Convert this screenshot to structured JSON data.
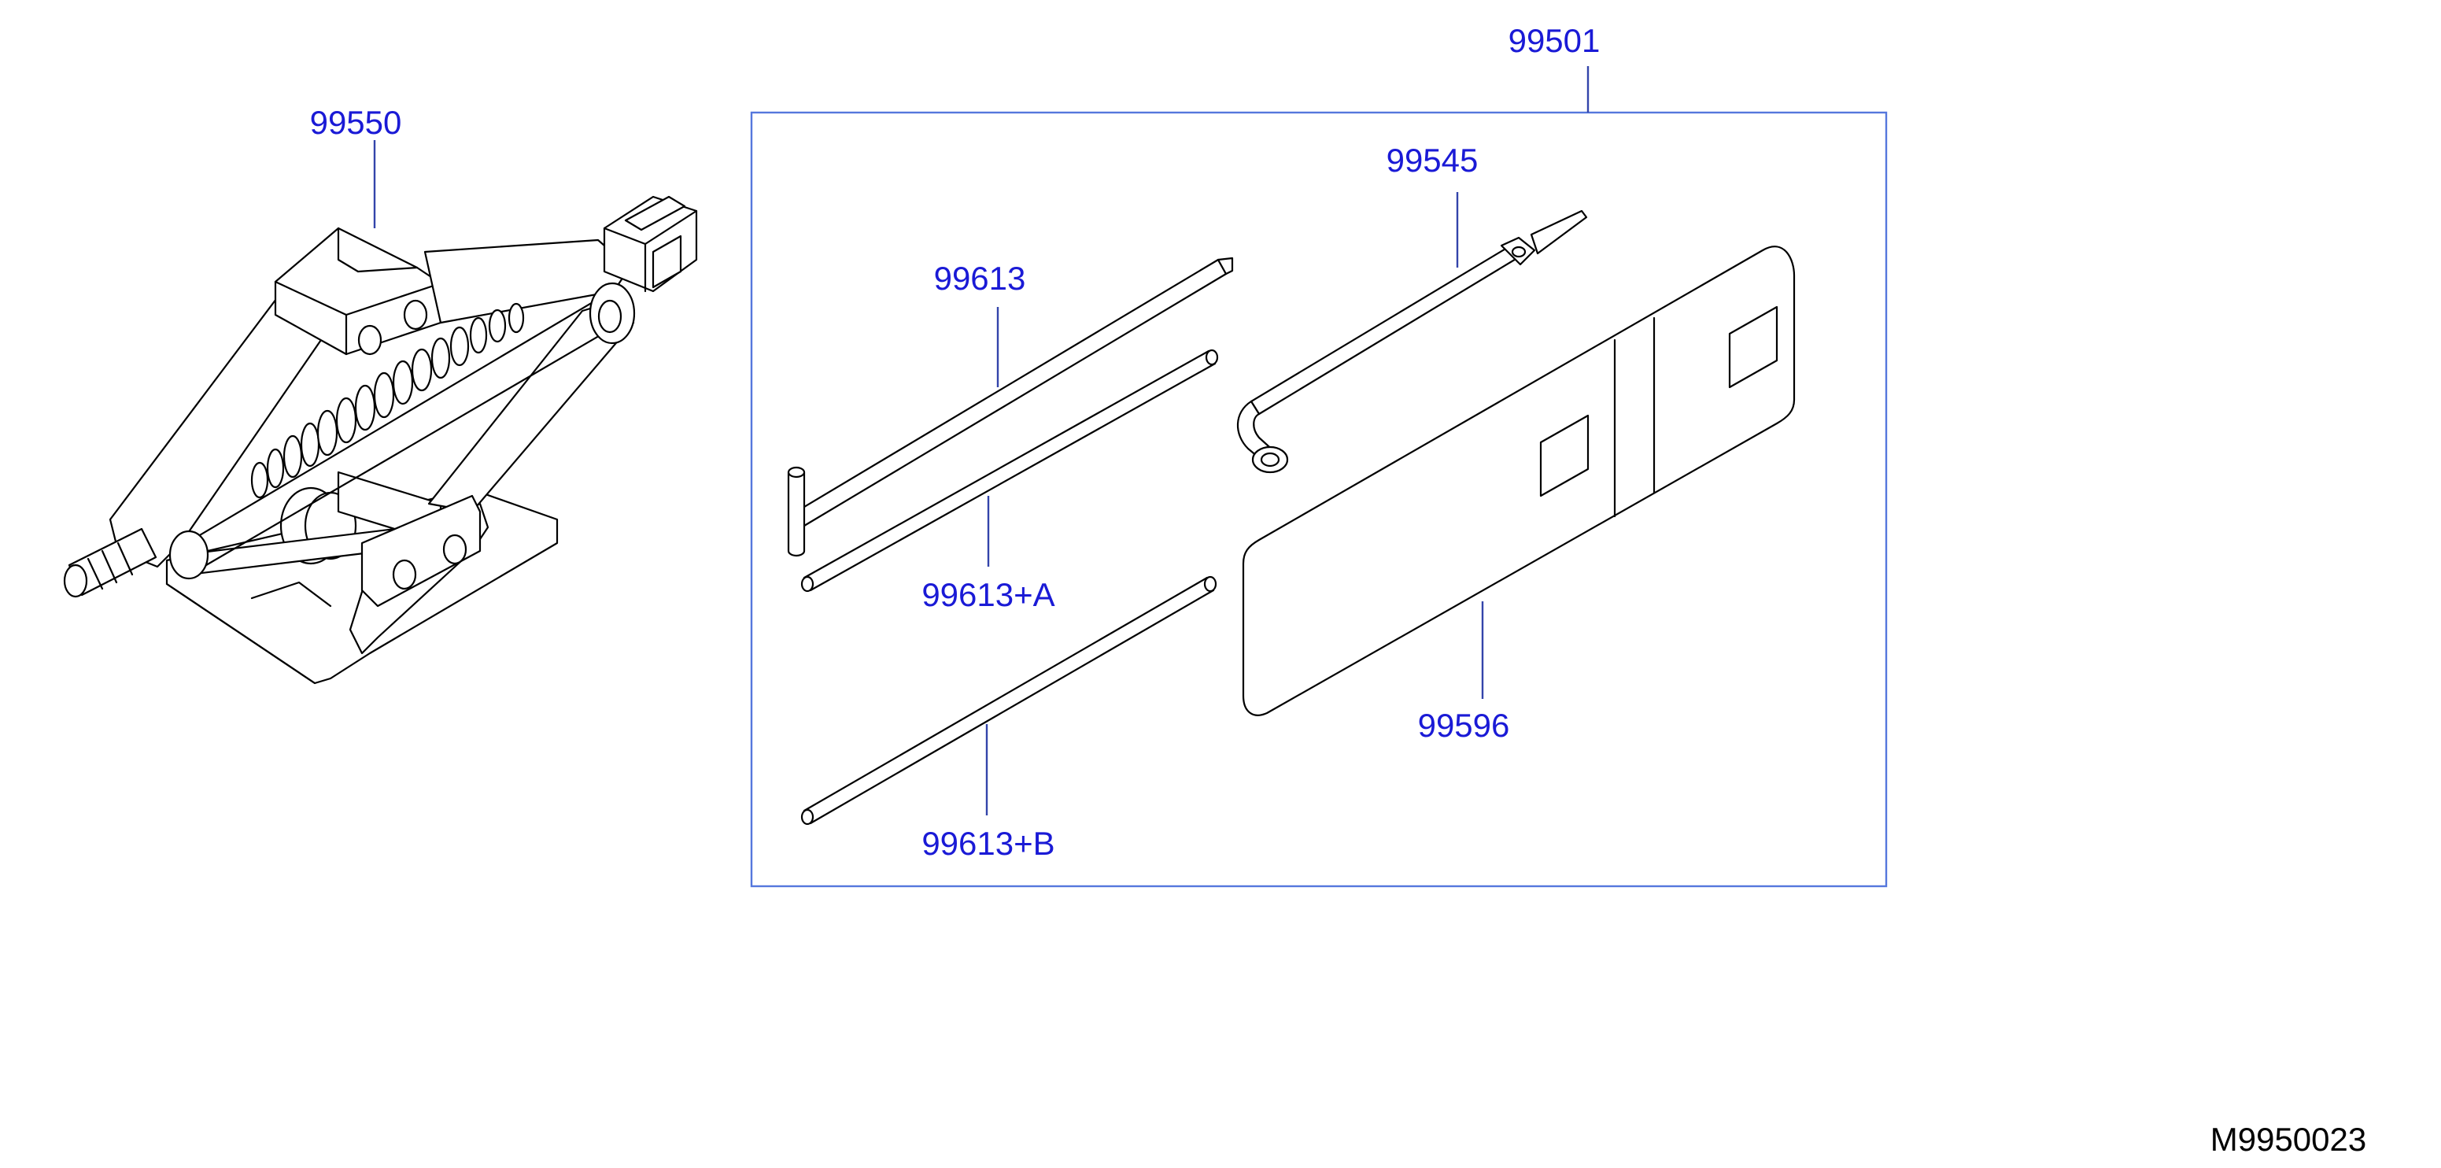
{
  "colors": {
    "callout": "#1a1ad6",
    "box": "#5577dd",
    "leader": "#3344aa",
    "line": "#000000"
  },
  "parts": {
    "kit": "99501",
    "jack": "99550",
    "wrench": "99545",
    "handle": "99613",
    "rod_a": "99613+A",
    "rod_b": "99613+B",
    "bag": "99596"
  },
  "figure_code": "M9950023"
}
